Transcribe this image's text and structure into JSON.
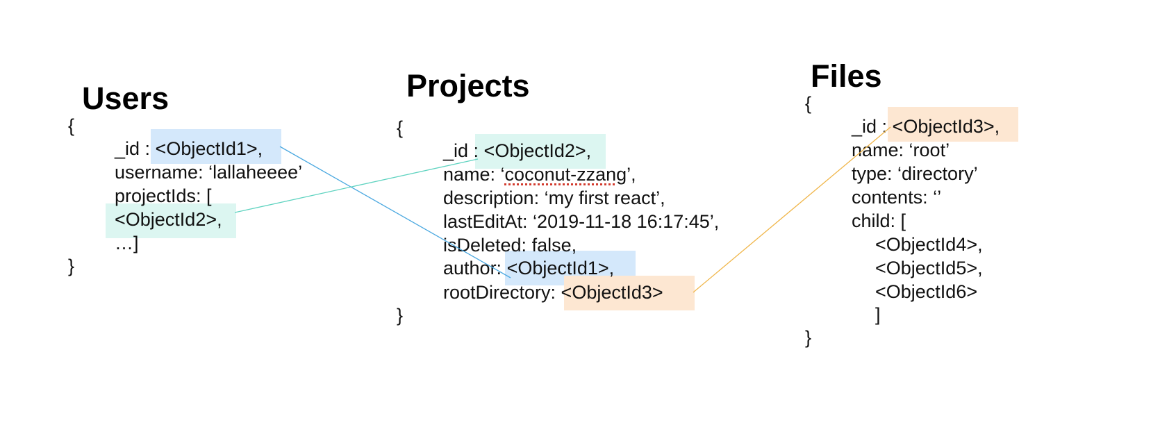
{
  "colors": {
    "user_id_highlight": "#d4e8fb",
    "project_id_highlight": "#dcf6f1",
    "file_id_highlight": "#fde7d2",
    "user_link_line": "#4aa8e0",
    "project_link_line": "#5fd3c0",
    "file_link_line": "#f0b64a",
    "spellcheck_underline": "#d23b2e"
  },
  "users": {
    "title": "Users",
    "open_brace": "{",
    "close_brace": "}",
    "id_key": "_id : ",
    "id_value": "<ObjectId1>,",
    "username": "username: ‘lallaheeee’",
    "project_ids_key": "projectIds: [",
    "project_ids_item": "<ObjectId2>,",
    "project_ids_end": "…]"
  },
  "projects": {
    "title": "Projects",
    "open_brace": "{",
    "close_brace": "}",
    "id_key": "_id : ",
    "id_value": "<ObjectId2>,",
    "name_prefix": "name: ‘",
    "name_value": "coconut-zzang",
    "name_suffix": "’,",
    "description": "description: ‘my first react’,",
    "last_edit_at": "lastEditAt: ‘2019-11-18 16:17:45’,",
    "is_deleted": "isDeleted: false,",
    "author_key": "author: ",
    "author_value": "<ObjectId1>,",
    "root_directory_key": "rootDirectory: ",
    "root_directory_value": "<ObjectId3>"
  },
  "files": {
    "title": "Files",
    "open_brace": "{",
    "close_brace": "}",
    "id_key": "_id : ",
    "id_value": "<ObjectId3>,",
    "name": "name: ‘root’",
    "type": "type: ‘directory’",
    "contents": "contents: ‘’",
    "child_key": "child: [",
    "children": [
      "<ObjectId4>,",
      "<ObjectId5>,",
      "<ObjectId6>"
    ],
    "child_end": "]"
  }
}
